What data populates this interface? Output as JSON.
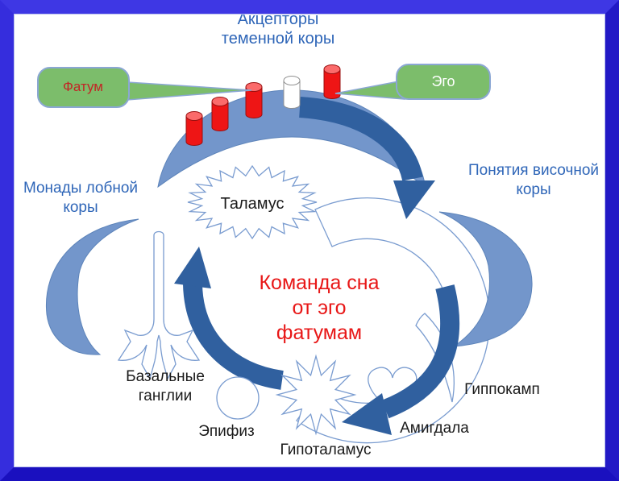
{
  "diagram": {
    "title": {
      "line1": "Акцепторы",
      "line2": "теменной коры"
    },
    "callouts": {
      "fatum": "Фатум",
      "ego": "Эго"
    },
    "regions": {
      "frontal": {
        "line1": "Монады лобной",
        "line2": "коры"
      },
      "temporal": {
        "line1": "Понятия височной",
        "line2": "коры"
      }
    },
    "nodes": {
      "thalamus": "Таламус",
      "basal_line1": "Базальные",
      "basal_line2": "ганглии",
      "epiphysis": "Эпифиз",
      "hypothalamus": "Гипоталамус",
      "amygdala": "Амигдала",
      "hippocampus": "Гиппокамп"
    },
    "center_message": {
      "line1": "Команда сна",
      "line2": "от эго",
      "line3": "фатумам"
    },
    "colors": {
      "frame_top": "#3e37e4",
      "frame_bottom": "#1a10bf",
      "cortex_blue": "#7396cb",
      "cortex_outline": "#5d84ba",
      "arrow_blue": "#30609f",
      "outline_blue": "#7a9cd0",
      "callout_green": "#7cbd6b",
      "callout_border": "#8ba7d4",
      "cylinder_red": "#ee1515",
      "cylinder_red_top": "#fb6b6b",
      "label_blue": "#2f66b8",
      "message_red": "#e81717",
      "node_black": "#1a1a1a"
    }
  }
}
